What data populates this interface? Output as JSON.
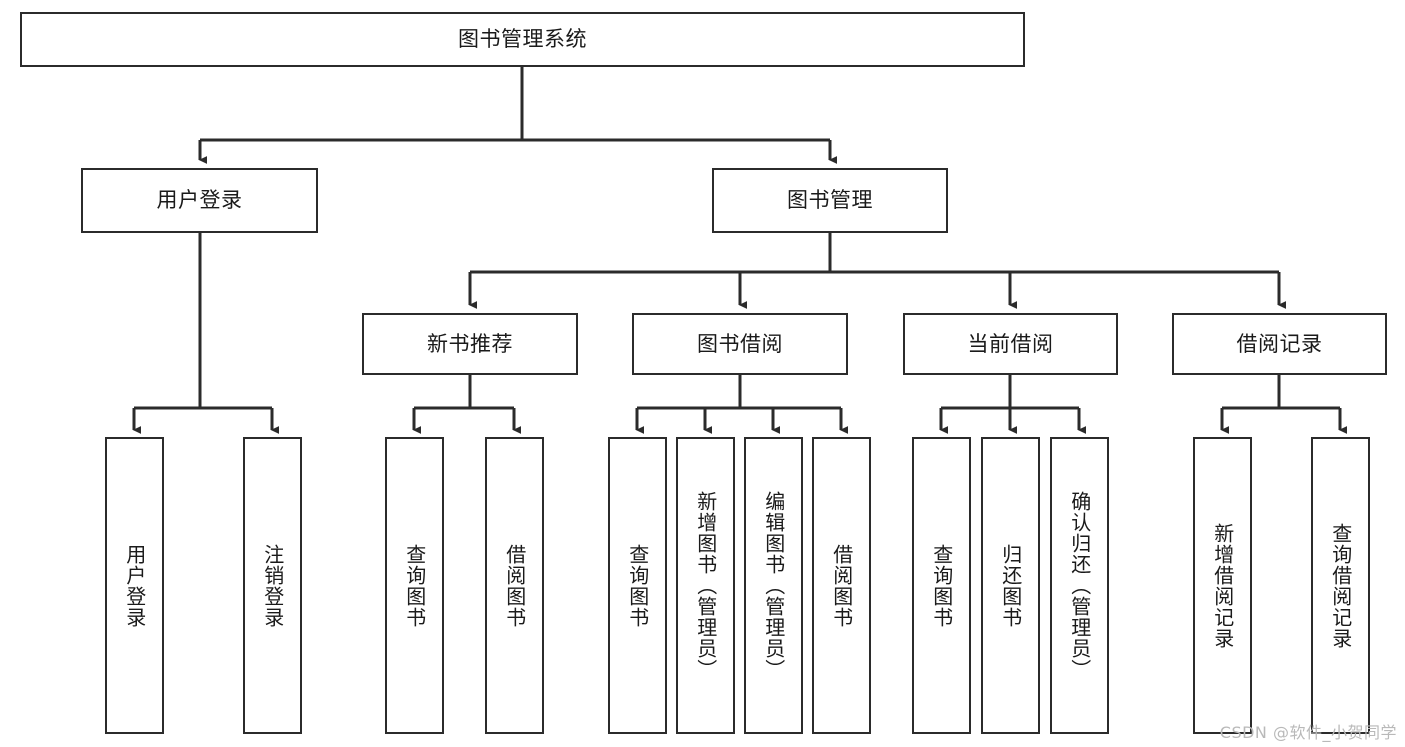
{
  "diagram": {
    "title": "图书管理系统",
    "type": "function-structure-tree",
    "watermark": "CSDN @软件_小贺同学",
    "colors": {
      "background": "#ffffff",
      "node_border": "#2b2b2b",
      "node_fill": "#ffffff",
      "edge": "#2b2b2b",
      "text": "#1a1a1a",
      "watermark": "#b9b9b9"
    },
    "levels": {
      "level1": [
        {
          "id": "root",
          "label": "图书管理系统"
        }
      ],
      "level2": [
        {
          "id": "user-login",
          "label": "用户登录",
          "parent": "root"
        },
        {
          "id": "book-manage",
          "label": "图书管理",
          "parent": "root"
        }
      ],
      "level3": [
        {
          "id": "new-book-rec",
          "label": "新书推荐",
          "parent": "book-manage"
        },
        {
          "id": "book-borrow",
          "label": "图书借阅",
          "parent": "book-manage"
        },
        {
          "id": "current-borrow",
          "label": "当前借阅",
          "parent": "book-manage"
        },
        {
          "id": "borrow-record",
          "label": "借阅记录",
          "parent": "book-manage"
        }
      ],
      "leaves": [
        {
          "id": "leaf-user-login",
          "label": "用户登录",
          "parent": "user-login"
        },
        {
          "id": "leaf-logout",
          "label": "注销登录",
          "parent": "user-login"
        },
        {
          "id": "leaf-query-book-1",
          "label": "查询图书",
          "parent": "new-book-rec"
        },
        {
          "id": "leaf-borrow-book-1",
          "label": "借阅图书",
          "parent": "new-book-rec"
        },
        {
          "id": "leaf-query-book-2",
          "label": "查询图书",
          "parent": "book-borrow"
        },
        {
          "id": "leaf-add-book",
          "label": "新增图书（管理员）",
          "parent": "book-borrow"
        },
        {
          "id": "leaf-edit-book",
          "label": "编辑图书（管理员）",
          "parent": "book-borrow"
        },
        {
          "id": "leaf-borrow-book-2",
          "label": "借阅图书",
          "parent": "book-borrow"
        },
        {
          "id": "leaf-query-book-3",
          "label": "查询图书",
          "parent": "current-borrow"
        },
        {
          "id": "leaf-return-book",
          "label": "归还图书",
          "parent": "current-borrow"
        },
        {
          "id": "leaf-confirm-return",
          "label": "确认归还（管理员）",
          "parent": "current-borrow"
        },
        {
          "id": "leaf-add-record",
          "label": "新增借阅记录",
          "parent": "borrow-record"
        },
        {
          "id": "leaf-query-record",
          "label": "查询借阅记录",
          "parent": "borrow-record"
        }
      ]
    }
  }
}
